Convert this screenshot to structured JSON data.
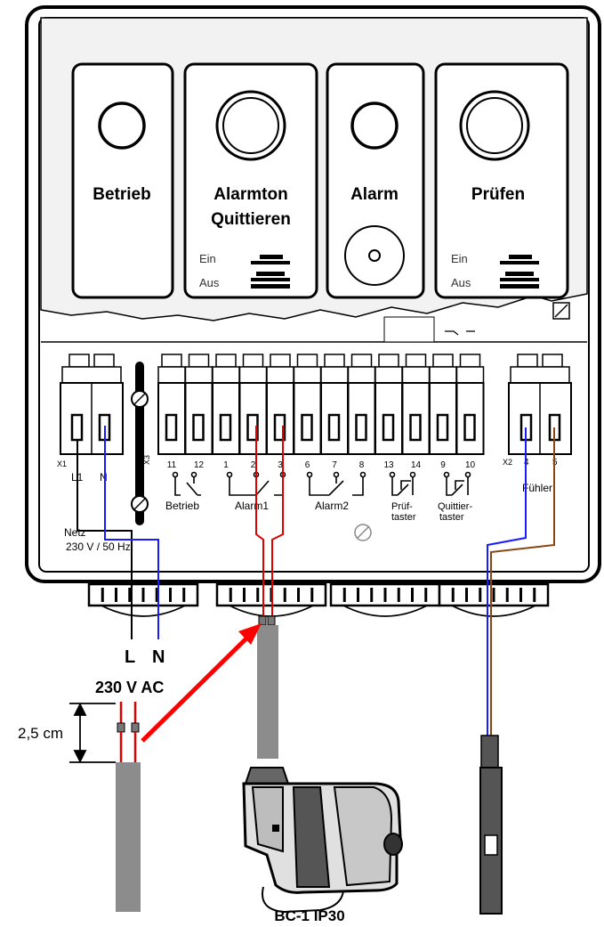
{
  "panel": {
    "buttons": [
      {
        "id": "betrieb",
        "label1": "Betrieb",
        "label2": ""
      },
      {
        "id": "alarmton",
        "label1": "Alarmton",
        "label2": "Quittieren",
        "switch_on": "Ein",
        "switch_off": "Aus"
      },
      {
        "id": "alarm",
        "label1": "Alarm",
        "label2": ""
      },
      {
        "id": "pruefen",
        "label1": "Prüfen",
        "label2": "",
        "switch_on": "Ein",
        "switch_off": "Aus"
      }
    ]
  },
  "terminals": {
    "x1_label": "X1",
    "x2_label": "X2",
    "x3_label": "X3",
    "left_pins": [
      "L1",
      "N"
    ],
    "mid_numbers": [
      "11",
      "12",
      "1",
      "2",
      "3",
      "6",
      "7",
      "8",
      "13",
      "14",
      "9",
      "10"
    ],
    "right_pins": [
      "4",
      "5"
    ],
    "groups": [
      "Betrieb",
      "Alarm1",
      "Alarm2",
      "Prüf-",
      "taster",
      "Quittier-",
      "taster"
    ],
    "fuehler": "Fühler",
    "netz_line1": "Netz",
    "netz_line2": "230 V / 50 Hz"
  },
  "labels": {
    "L": "L",
    "N": "N",
    "supply": "230 V AC",
    "strip_length": "2,5 cm",
    "device": "BC-1 IP30"
  },
  "colors": {
    "wire_red": "#e00000",
    "wire_blue": "#1a1aff",
    "wire_brown": "#8b4513",
    "cable_gray": "#8c8c8c",
    "arrow": "#ff0000"
  }
}
